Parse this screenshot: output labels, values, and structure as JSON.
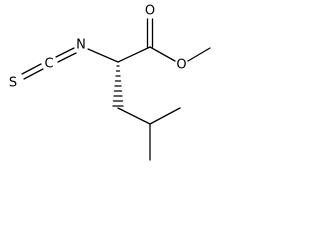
{
  "molecule": {
    "atoms": {
      "oxygen_carbonyl": "O",
      "oxygen_ester": "O",
      "nitrogen": "N",
      "carbon_isothiocyanate": "C",
      "sulfur": "S"
    }
  },
  "colors": {
    "bond": "#000000",
    "label": "#000000",
    "background": "#ffffff"
  }
}
